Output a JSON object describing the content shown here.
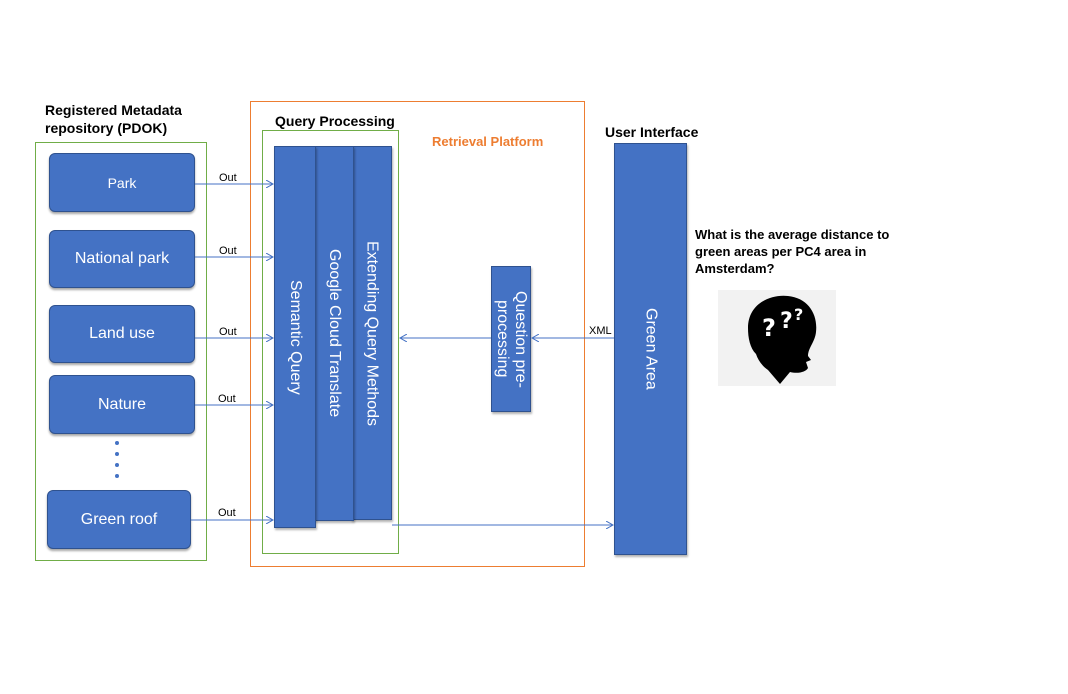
{
  "repository": {
    "title_line1": "Registered Metadata",
    "title_line2": "repository (PDOK)",
    "sources": [
      {
        "label": "Park",
        "out": "Out"
      },
      {
        "label": "National park",
        "out": "Out"
      },
      {
        "label": "Land use",
        "out": "Out"
      },
      {
        "label": "Nature",
        "out": "Out"
      },
      {
        "label": "Green roof",
        "out": "Out"
      }
    ]
  },
  "query_processing": {
    "title": "Query Processing",
    "modules": [
      "Semantic Query",
      "Google Cloud Translate",
      "Extending Query Methods"
    ]
  },
  "retrieval_platform": {
    "title": "Retrieval Platform",
    "preprocessing": "Question pre-processing"
  },
  "user_interface": {
    "title": "User Interface",
    "panel": "Green Area",
    "xml_label": "XML"
  },
  "question": {
    "text": "What is the average distance to green areas per PC4 area in Amsterdam?",
    "icon": "head-question-icon"
  },
  "colors": {
    "box": "#4472c4",
    "green_frame": "#70ad47",
    "orange_frame": "#ed7d31",
    "arrow": "#4472c4"
  }
}
